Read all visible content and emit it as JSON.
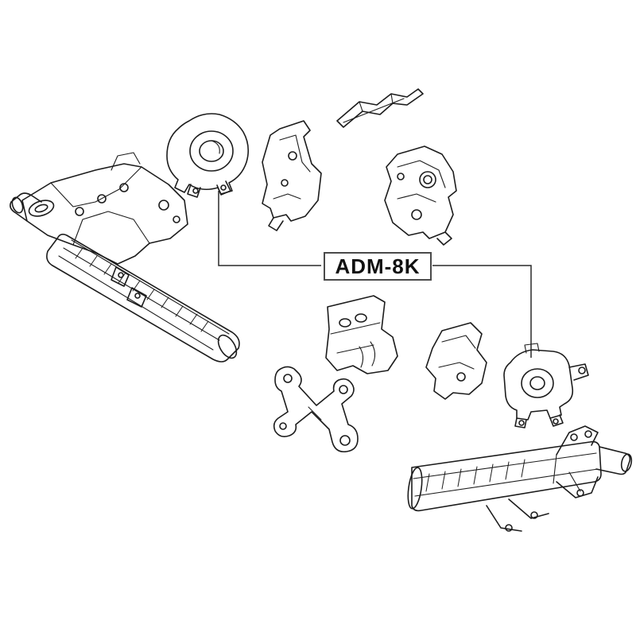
{
  "page": {
    "background_color": "#ffffff"
  },
  "label": {
    "text": "ADM-8K",
    "border_color": "#4a4a4a",
    "text_color": "#111111"
  },
  "diagram": {
    "line_color": "#1c1c1c",
    "parts": [
      {
        "id": "front-subframe-assembly",
        "desc": "large front suspension crossmember, upper left"
      },
      {
        "id": "engine-mount-upper",
        "desc": "round engine mount with bushing, top center"
      },
      {
        "id": "bracket-front-upper",
        "desc": "tall mounting bracket"
      },
      {
        "id": "stamped-plate",
        "desc": "thin stamped shield plate, top"
      },
      {
        "id": "bracket-front-right",
        "desc": "triangular bracket with holes"
      },
      {
        "id": "heat-shield-bracket",
        "desc": "plate bracket with two holes and curved shield"
      },
      {
        "id": "fork-bracket",
        "desc": "forked bracket with round bosses"
      },
      {
        "id": "bracket-rear-center",
        "desc": "angular rear bracket"
      },
      {
        "id": "engine-mount-rear",
        "desc": "rear engine mount with bushing"
      },
      {
        "id": "rear-subframe-assembly",
        "desc": "rear crossmember beam, bottom right"
      }
    ],
    "leaders": [
      {
        "id": "leader-line-left",
        "from": "label-box",
        "to": "engine-mount-upper"
      },
      {
        "id": "leader-line-right",
        "from": "label-box",
        "to": "engine-mount-rear"
      }
    ]
  }
}
